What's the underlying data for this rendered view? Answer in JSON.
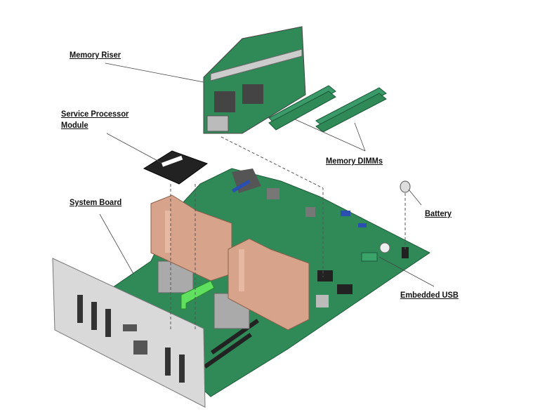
{
  "labels": {
    "memory_riser": "Memory Riser",
    "service_processor_line1": "Service Processor",
    "service_processor_line2": "Module",
    "system_board": "System Board",
    "memory_dimms": "Memory DIMMs",
    "battery": "Battery",
    "embedded_usb": "Embedded USB"
  },
  "colors": {
    "board": "#2f8a58",
    "heatsink": "#d7a48b",
    "bracket": "#d9d9d9",
    "dimm": "#3a9a6a",
    "green_handle": "#5fe05f"
  }
}
